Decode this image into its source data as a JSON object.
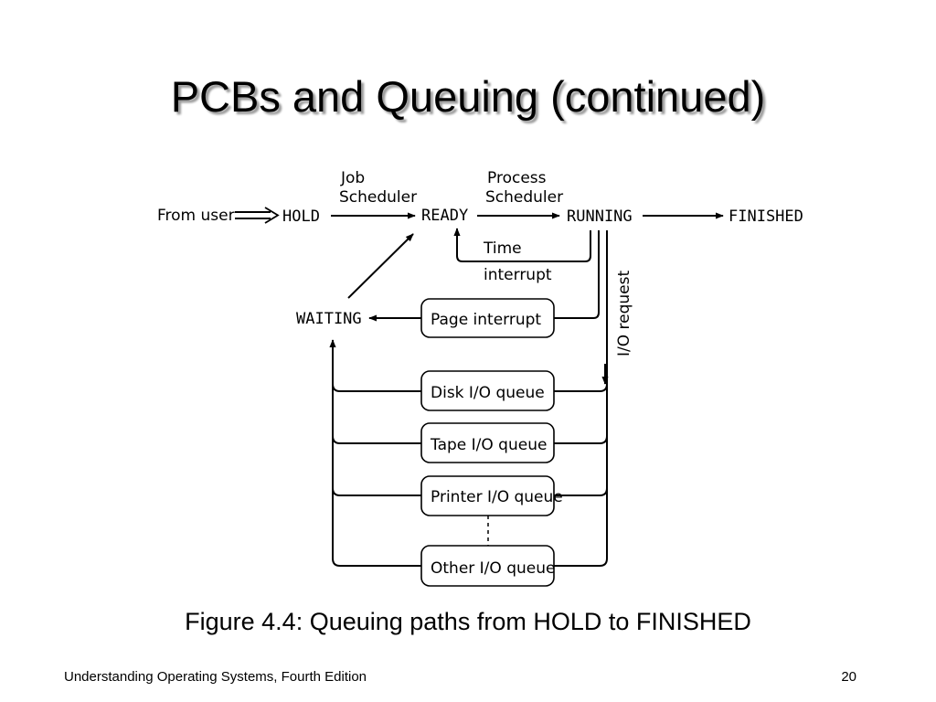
{
  "slide": {
    "title": "PCBs and Queuing (continued)",
    "caption": "Figure 4.4: Queuing paths from HOLD to FINISHED",
    "footer_left": "Understanding Operating Systems, Fourth Edition",
    "page_number": "20"
  },
  "diagram": {
    "from_user": "From user",
    "states": {
      "hold": "HOLD",
      "ready": "READY",
      "running": "RUNNING",
      "finished": "FINISHED",
      "waiting": "WAITING"
    },
    "edges": {
      "job_scheduler_1": "Job",
      "job_scheduler_2": "Scheduler",
      "process_scheduler_1": "Process",
      "process_scheduler_2": "Scheduler",
      "time_interrupt_1": "Time",
      "time_interrupt_2": "interrupt",
      "io_request": "I/O request"
    },
    "boxes": {
      "page_interrupt": "Page interrupt",
      "disk_queue": "Disk I/O queue",
      "tape_queue": "Tape I/O queue",
      "printer_queue": "Printer I/O queue",
      "other_queue": "Other I/O queue"
    }
  }
}
